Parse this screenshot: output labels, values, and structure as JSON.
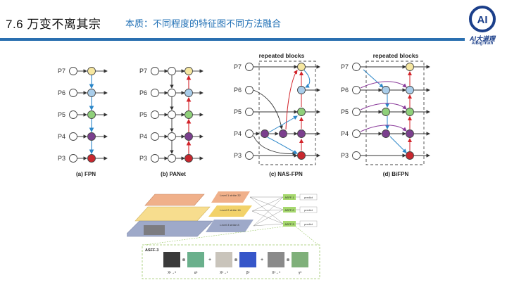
{
  "header": {
    "section_title": "7.6 万变不离其宗",
    "subtitle": "本质：不同程度的特征图不同方法融合"
  },
  "logo": {
    "mark": "AI",
    "name": "AI大道理",
    "sub": "AIBigTruth"
  },
  "figure_top": {
    "level_labels": [
      "P7",
      "P6",
      "P5",
      "P4",
      "P3"
    ],
    "captions": {
      "fpn": "(a) FPN",
      "panet": "(b) PANet",
      "nasfpn": "(c) NAS-FPN",
      "bifpn": "(d) BiFPN"
    },
    "repeated_blocks": "repeated blocks",
    "node_colors": {
      "yellow": "#f6e7a0",
      "blue": "#a9cdea",
      "green": "#8fd07a",
      "purple": "#7b3f8e",
      "red": "#c8272e"
    }
  },
  "figure_bottom": {
    "levels": [
      "Level 1 stride 32",
      "Level 2 stride 16",
      "Level 3 stride 8"
    ],
    "asff": [
      "ASFF-1",
      "ASFF-2",
      "ASFF-3"
    ],
    "predict": "predict",
    "detail_label": "ASFF-3",
    "terms": [
      "X¹→³",
      "α³",
      "X²→³",
      "β³",
      "X³→³",
      "γ³"
    ],
    "ops": [
      "⊗",
      "+",
      "⊗",
      "+",
      "⊗"
    ]
  }
}
